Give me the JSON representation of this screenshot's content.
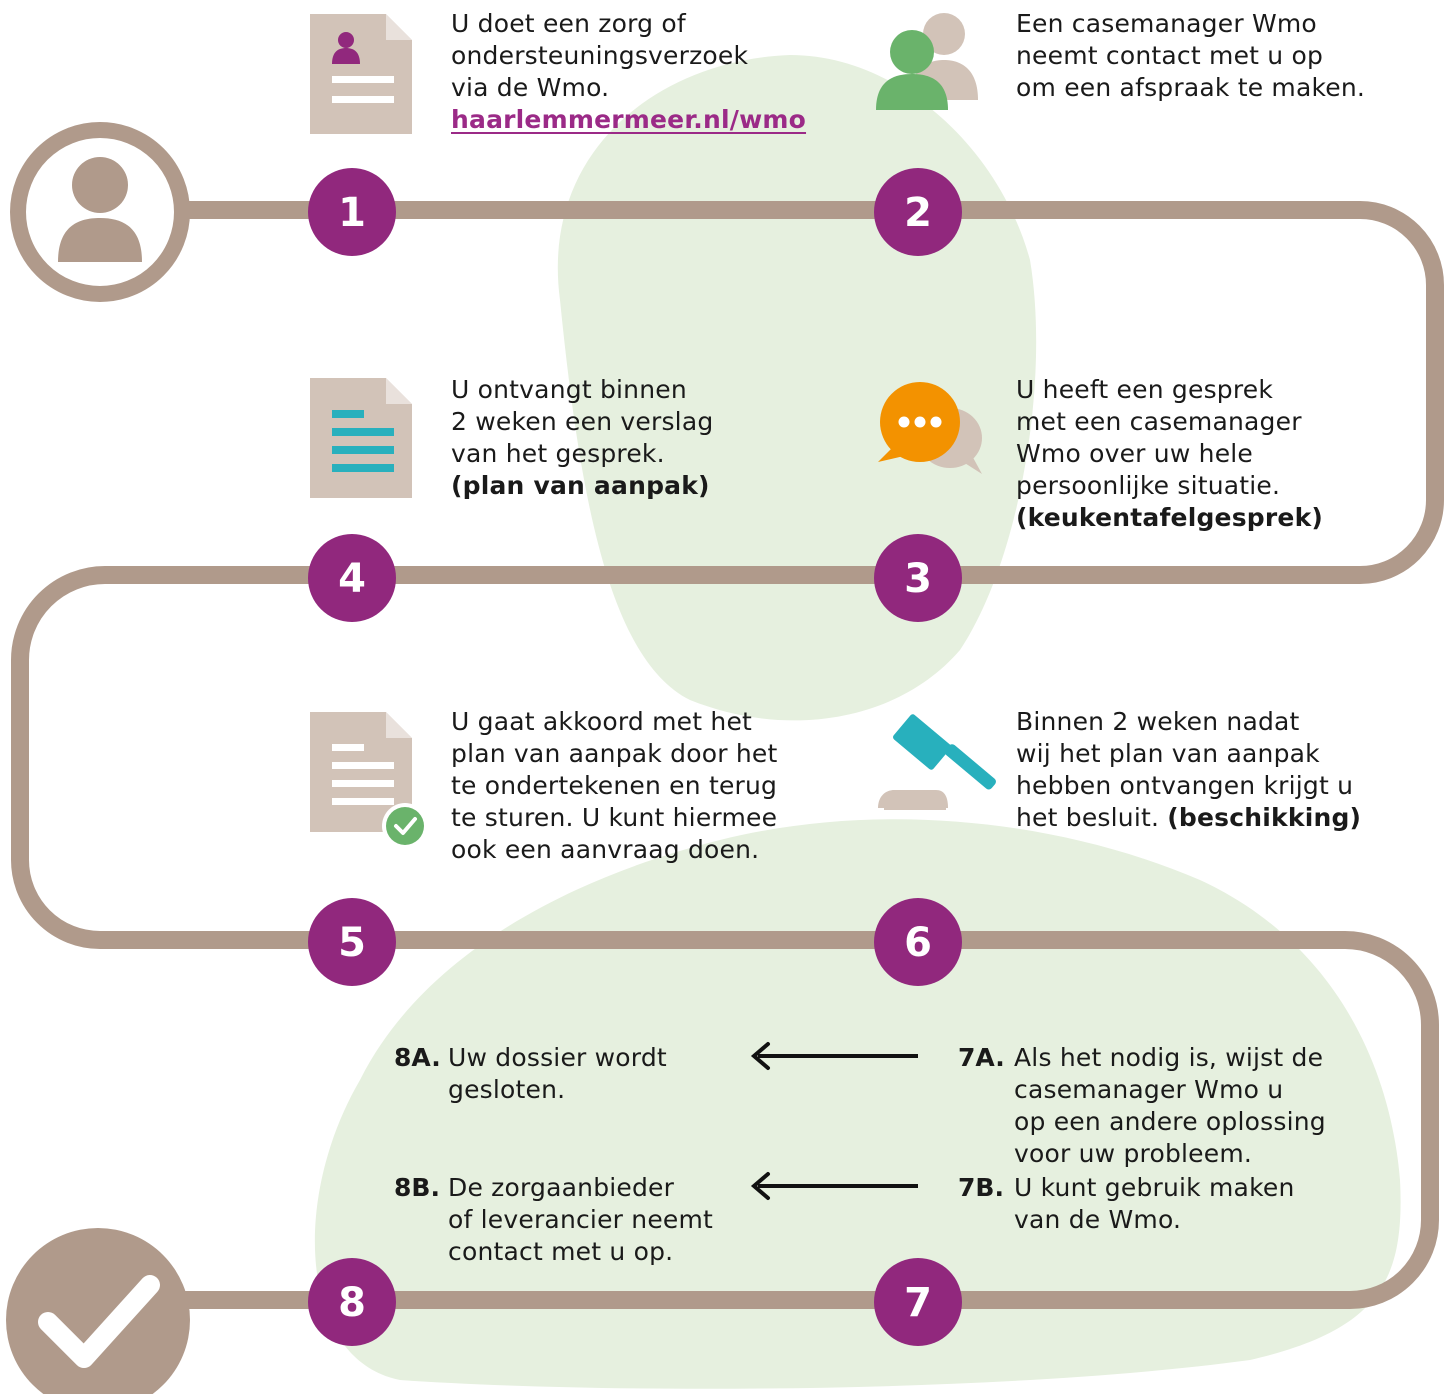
{
  "colors": {
    "path": "#b09a8b",
    "background_blob": "#e6f0df",
    "step_circle": "#91287d",
    "icon_doc": "#d2c3b8",
    "icon_teal": "#28b0bd",
    "icon_green": "#6ab36b",
    "icon_orange": "#f39200",
    "link": "#9b2a87"
  },
  "steps": [
    {
      "number": "1",
      "lines": [
        "U doet een zorg of",
        "ondersteuningsverzoek",
        "via de Wmo."
      ],
      "link": "haarlemmermeer.nl/wmo",
      "icon": "user-document-icon"
    },
    {
      "number": "2",
      "lines": [
        "Een casemanager Wmo",
        "neemt contact met u op",
        "om een afspraak te maken."
      ],
      "icon": "people-icon"
    },
    {
      "number": "3",
      "lines": [
        "U heeft een gesprek",
        "met een casemanager",
        "Wmo over uw hele",
        "persoonlijke situatie."
      ],
      "bold": "(keukentafelgesprek)",
      "icon": "chat-bubbles-icon"
    },
    {
      "number": "4",
      "lines": [
        "U ontvangt binnen",
        "2 weken een verslag",
        "van het gesprek."
      ],
      "bold": "(plan van aanpak)",
      "icon": "report-document-icon"
    },
    {
      "number": "5",
      "lines": [
        "U gaat akkoord met het",
        "plan van aanpak door het",
        "te ondertekenen en terug",
        "te sturen. U kunt hiermee",
        "ook een aanvraag doen."
      ],
      "icon": "signed-document-icon"
    },
    {
      "number": "6",
      "lines": [
        "Binnen 2 weken nadat",
        "wij het plan van aanpak",
        "hebben ontvangen krijgt u"
      ],
      "last_line": "het besluit.",
      "bold": "(beschikking)",
      "icon": "gavel-icon"
    },
    {
      "number": "7",
      "icon": ""
    },
    {
      "number": "8",
      "icon": ""
    }
  ],
  "outcomes": [
    {
      "label": "7A.",
      "lines": [
        "Als het nodig is, wijst de",
        "casemanager Wmo u",
        "op een andere oplossing",
        "voor uw probleem."
      ]
    },
    {
      "label": "7B.",
      "lines": [
        "U kunt gebruik maken",
        "van de Wmo."
      ]
    },
    {
      "label": "8A.",
      "lines": [
        "Uw dossier wordt",
        "gesloten."
      ]
    },
    {
      "label": "8B.",
      "lines": [
        "De zorgaanbieder",
        "of leverancier neemt",
        "contact met u op."
      ]
    }
  ],
  "start_icon": "person-icon",
  "end_icon": "checkmark-icon"
}
